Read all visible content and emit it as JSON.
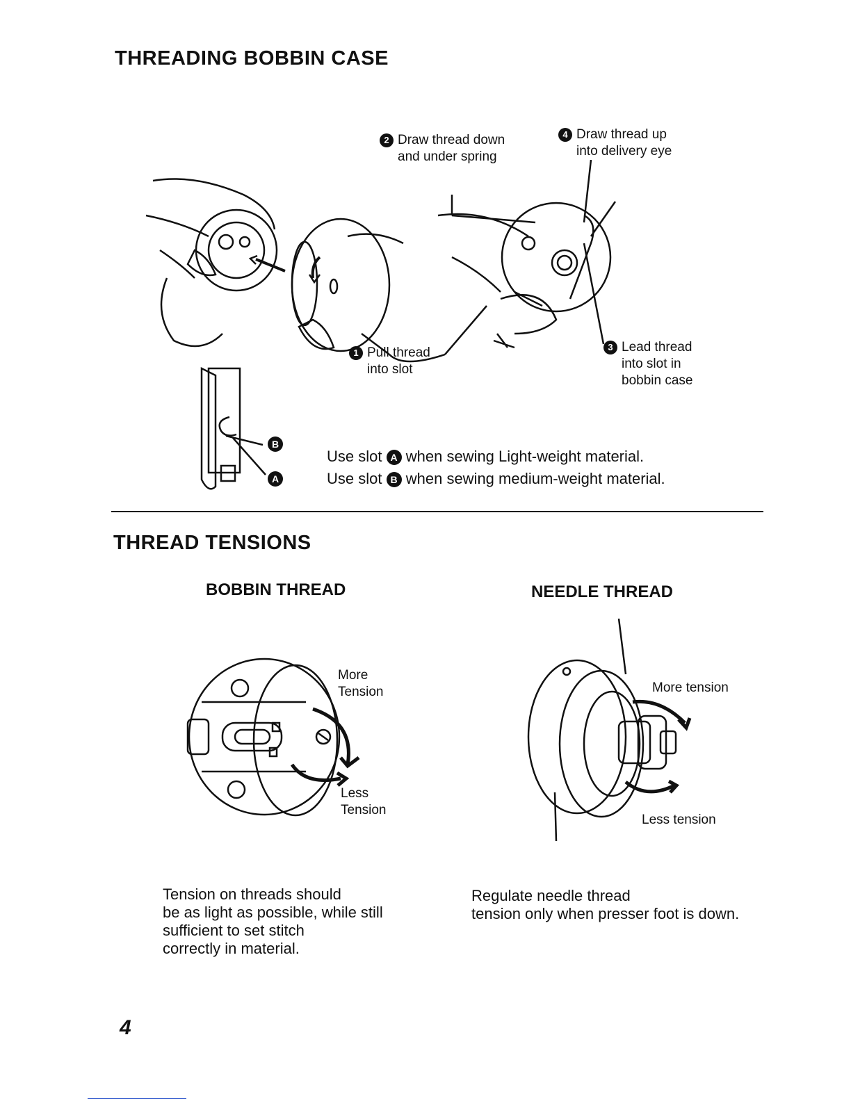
{
  "section1": {
    "title": "THREADING BOBBIN CASE",
    "steps": [
      {
        "num": "1",
        "line1": "Pull thread",
        "line2": "into slot"
      },
      {
        "num": "2",
        "line1": "Draw thread down",
        "line2": "and under spring"
      },
      {
        "num": "3",
        "line1": "Lead thread",
        "line2": "into slot in",
        "line3": "bobbin case"
      },
      {
        "num": "4",
        "line1": "Draw thread up",
        "line2": "into delivery eye"
      }
    ],
    "slot_labels": {
      "a": "A",
      "b": "B"
    },
    "slot_note_a": {
      "pre": "Use slot",
      "letter": "A",
      "post": "when sewing Light-weight material."
    },
    "slot_note_b": {
      "pre": "Use slot",
      "letter": "B",
      "post": "when sewing  medium-weight material."
    }
  },
  "section2": {
    "title": "THREAD TENSIONS",
    "bobbin": {
      "heading": "BOBBIN THREAD",
      "more": [
        "More",
        "Tension"
      ],
      "less": [
        "Less",
        "Tension"
      ],
      "text": [
        "Tension on threads should",
        "be as light as possible, while still",
        "sufficient to set stitch",
        "correctly in material."
      ]
    },
    "needle": {
      "heading": "NEEDLE THREAD",
      "more": "More tension",
      "less": "Less tension",
      "text": [
        "Regulate needle thread",
        "tension only when presser foot is down."
      ]
    }
  },
  "page_number": "4"
}
